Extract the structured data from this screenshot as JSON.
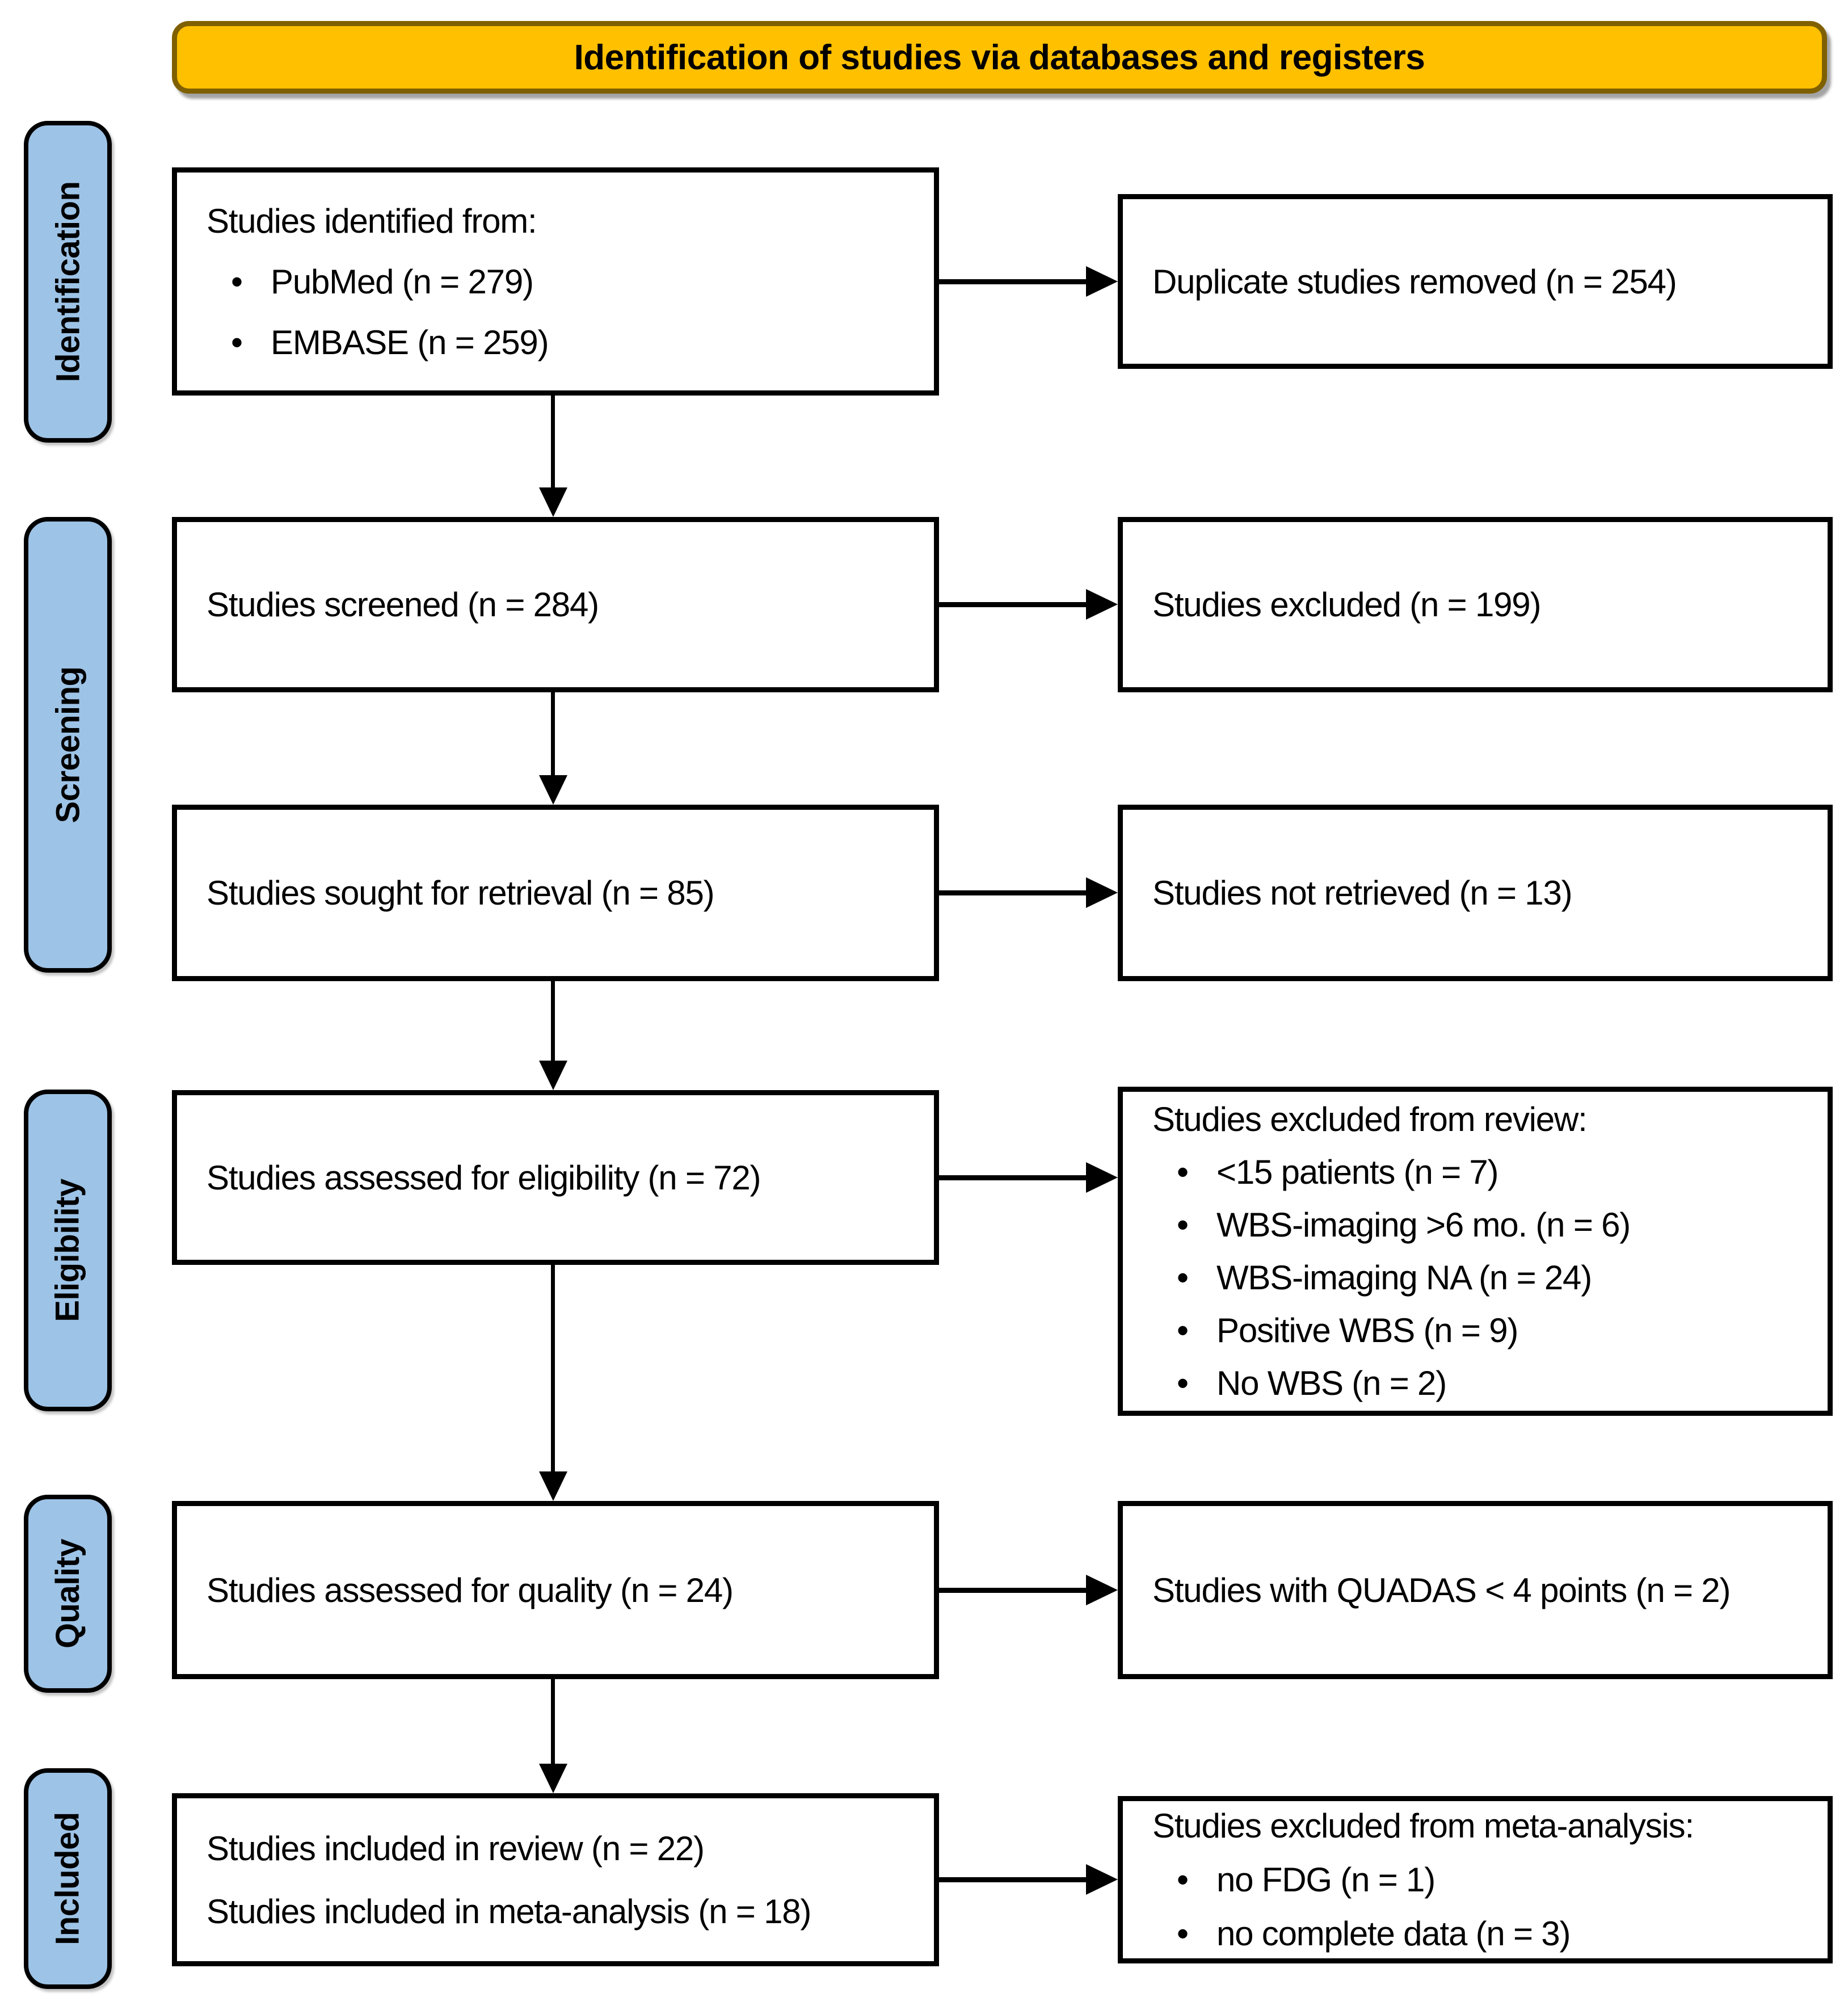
{
  "banner": {
    "label": "Identification of studies via databases and registers"
  },
  "stages": {
    "identification": "Identification",
    "screening": "Screening",
    "eligibility": "Eligibility",
    "quality": "Quality",
    "included": "Included"
  },
  "flow": {
    "identified": {
      "heading": "Studies identified from:",
      "bullets": [
        "PubMed (n = 279)",
        "EMBASE (n = 259)"
      ]
    },
    "duplicates_removed": {
      "text": "Duplicate studies removed (n = 254)"
    },
    "screened": {
      "text": "Studies screened (n = 284)"
    },
    "excluded_screening": {
      "text": "Studies excluded (n = 199)"
    },
    "sought_retrieval": {
      "text": "Studies sought for retrieval (n = 85)"
    },
    "not_retrieved": {
      "text": "Studies not retrieved (n = 13)"
    },
    "assessed_eligibility": {
      "text": "Studies assessed for eligibility (n = 72)"
    },
    "excluded_review": {
      "heading": "Studies excluded from review:",
      "bullets": [
        "<15 patients (n = 7)",
        "WBS-imaging >6 mo. (n = 6)",
        "WBS-imaging NA (n = 24)",
        "Positive WBS (n = 9)",
        "No WBS (n = 2)"
      ]
    },
    "assessed_quality": {
      "text": "Studies assessed for quality (n = 24)"
    },
    "quadas_excluded": {
      "text": "Studies with QUADAS < 4 points (n = 2)"
    },
    "included_review": {
      "lines": [
        "Studies included in review (n = 22)",
        "Studies included in meta-analysis (n = 18)"
      ]
    },
    "excluded_meta": {
      "heading": "Studies excluded from meta-analysis:",
      "bullets": [
        "no FDG (n = 1)",
        "no complete data (n = 3)"
      ]
    }
  },
  "colors": {
    "banner_fill": "#FFC000",
    "banner_border": "#7F6000",
    "stage_fill": "#9DC3E6",
    "box_border": "#000000",
    "background": "#FFFFFF"
  }
}
